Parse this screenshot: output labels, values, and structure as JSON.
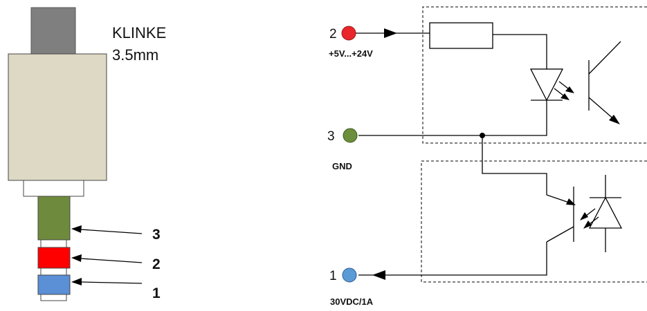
{
  "plug": {
    "title_line1": "KLINKE",
    "title_line2": "3.5mm",
    "pins": [
      {
        "label": "3",
        "color": "#6e8b3d"
      },
      {
        "label": "2",
        "color": "#ff0000"
      },
      {
        "label": "1",
        "color": "#5b8fd6"
      }
    ],
    "colors": {
      "cap": "#7f7f7f",
      "body": "#ddd9c4",
      "ring": "#ffffff"
    }
  },
  "circuit": {
    "input": {
      "number": "2",
      "label": "+5V...+24V",
      "color": "#e8262b"
    },
    "ground": {
      "number": "3",
      "label": "GND",
      "color": "#6b8f3c"
    },
    "output": {
      "number": "1",
      "label": "30VDC/1A",
      "color": "#5b9bd5"
    }
  }
}
